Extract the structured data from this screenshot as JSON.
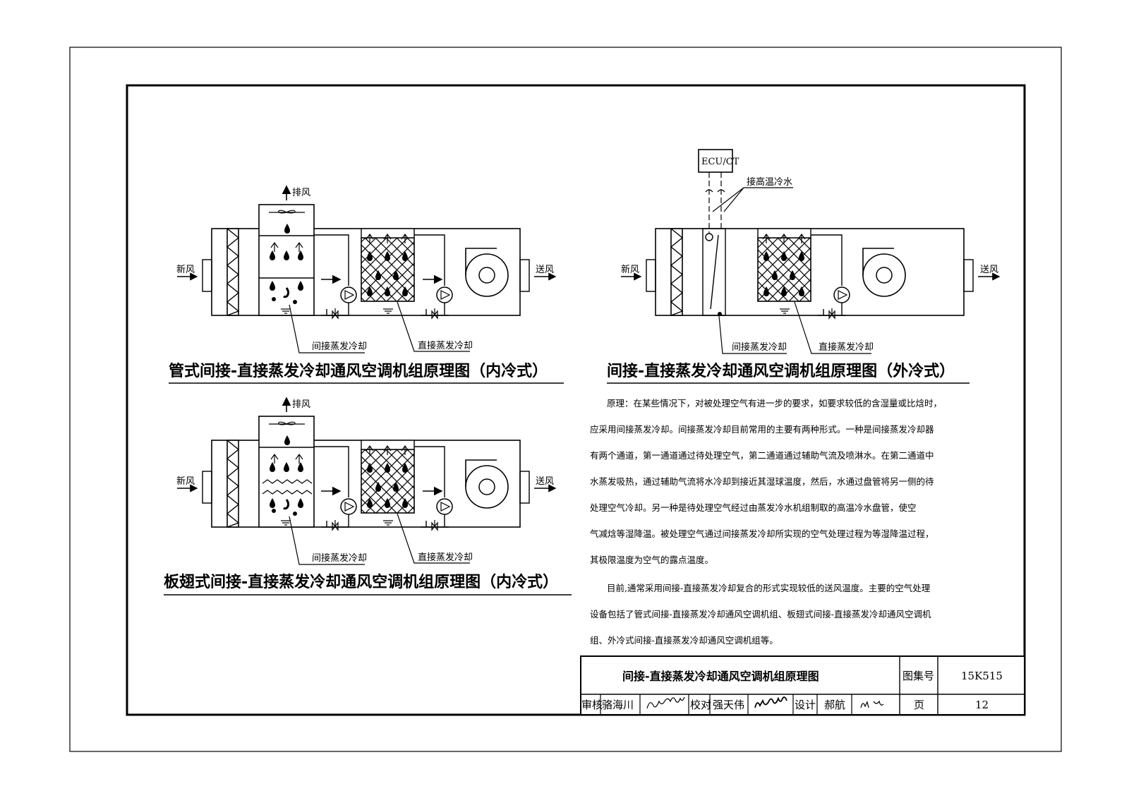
{
  "diagrams": {
    "d1": {
      "title": "管式间接-直接蒸发冷却通风空调机组原理图（内冷式）",
      "exhaust": "排风",
      "fresh_air": "新风",
      "supply_air": "送风",
      "indirect": "间接蒸发冷却",
      "direct": "直接蒸发冷却"
    },
    "d2": {
      "title": "板翅式间接-直接蒸发冷却通风空调机组原理图（内冷式）",
      "exhaust": "排风",
      "fresh_air": "新风",
      "supply_air": "送风",
      "indirect": "间接蒸发冷却",
      "direct": "直接蒸发冷却"
    },
    "d3": {
      "title": "间接-直接蒸发冷却通风空调机组原理图（外冷式）",
      "ecu": "ECU/CT",
      "chw": "接高温冷水",
      "fresh_air": "新风",
      "supply_air": "送风",
      "indirect": "间接蒸发冷却",
      "direct": "直接蒸发冷却"
    }
  },
  "text": {
    "p1": [
      "原理：在某些情况下，对被处理空气有进一步的要求，如要求较低的含湿量或比焓时，",
      "应采用间接蒸发冷却。间接蒸发冷却目前常用的主要有两种形式。一种是间接蒸发冷却器",
      "有两个通道，第一通道通过待处理空气，第二通道通过辅助气流及喷淋水。在第二通道中",
      "水蒸发吸热，通过辅助气流将水冷却到接近其湿球温度，然后，水通过盘管将另一侧的待",
      "处理空气冷却。另一种是待处理空气经过由蒸发冷水机组制取的高温冷水盘管，使空",
      "气减焓等湿降温。被处理空气通过间接蒸发冷却所实现的空气处理过程为等湿降温过程，",
      "其极限温度为空气的露点温度。"
    ],
    "p2": [
      "目前,通常采用间接-直接蒸发冷却复合的形式实现较低的送风温度。主要的空气处理",
      "设备包括了管式间接-直接蒸发冷却通风空调机组、板翅式间接-直接蒸发冷却通风空调机",
      "组、外冷式间接-直接蒸发冷却通风空调机组等。"
    ]
  },
  "title_block": {
    "title": "间接-直接蒸发冷却通风空调机组原理图",
    "atlas_label": "图集号",
    "atlas_no": "15K515",
    "review_label": "审核",
    "review_name": "骆海川",
    "check_label": "校对",
    "check_name": "强天伟",
    "design_label": "设计",
    "design_name": "郝航",
    "page_label": "页",
    "page_no": "12",
    "sig_review": "骆海川",
    "sig_check": "强天伟",
    "sig_design": "郝航"
  }
}
